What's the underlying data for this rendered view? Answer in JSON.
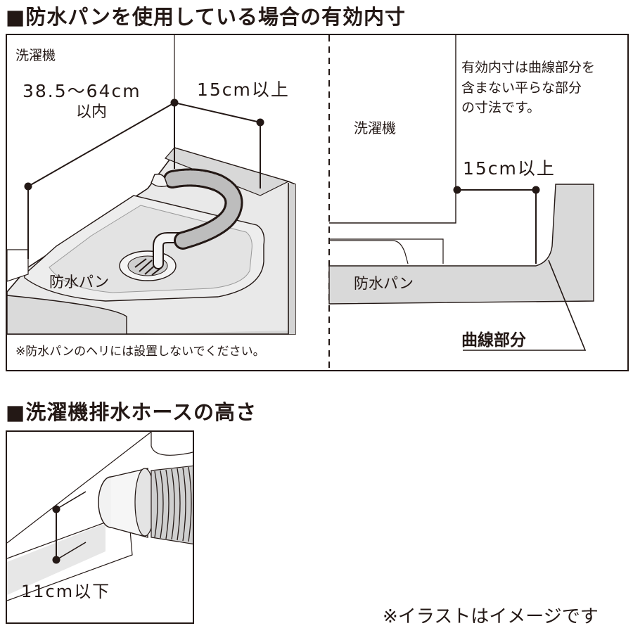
{
  "heading_pan": "■防水パンを使用している場合の有効内寸",
  "heading_hose": "■洗濯機排水ホースの高さ",
  "left_diagram": {
    "washer_label": "洗濯機",
    "width_label_line1": "38.5～64cm",
    "width_label_line2": "以内",
    "depth_label": "15cm以上",
    "pan_label": "防水パン",
    "warning": "※防水パンのヘリには設置しないでください。"
  },
  "right_diagram": {
    "explain_line1": "有効内寸は曲線部分を",
    "explain_line2": "含まない平らな部分",
    "explain_line3": "の寸法です。",
    "washer_label": "洗濯機",
    "depth_label": "15cm以上",
    "pan_label": "防水パン",
    "curve_label": "曲線部分"
  },
  "hose_diagram": {
    "height_label": "11cm以下"
  },
  "footer_note": "※イラストはイメージです"
}
